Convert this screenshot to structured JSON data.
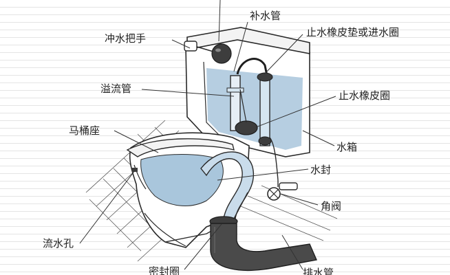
{
  "labels": {
    "refill_tube": "补水管",
    "flush_handle": "冲水把手",
    "fill_valve_seal": "止水橡皮垫或进水圈",
    "overflow_tube": "溢流管",
    "flapper_seal": "止水橡皮圈",
    "toilet_seat": "马桶座",
    "tank": "水箱",
    "water_seal": "水封",
    "angle_valve": "角阀",
    "flush_hole": "流水孔",
    "sealing_ring": "密封圈",
    "drain_pipe": "排水管"
  },
  "colors": {
    "water": "#a9c6dc",
    "water_light": "#d6e6f1",
    "outline": "#2a2a2a",
    "dark_part": "#3d3d3d",
    "porcelain": "#ffffff"
  }
}
